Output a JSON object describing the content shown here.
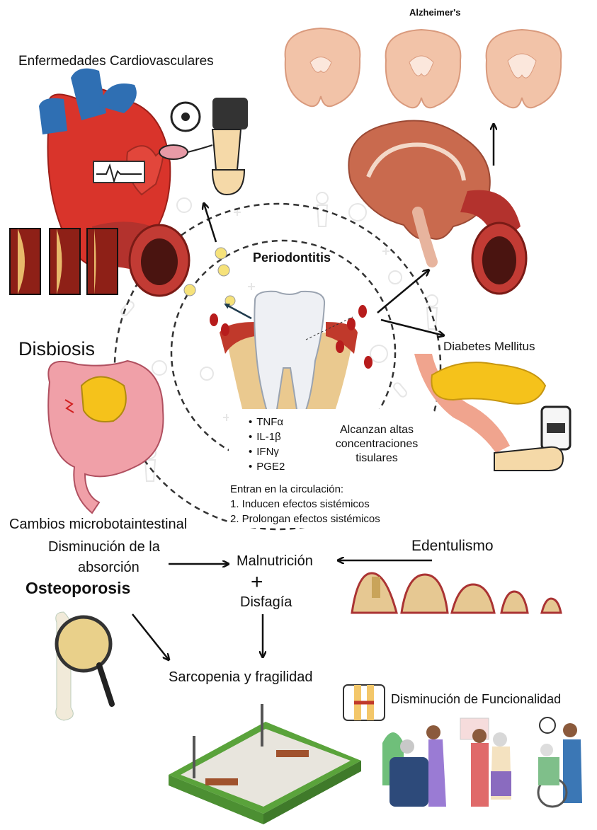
{
  "labels": {
    "cardio": "Enfermedades Cardiovasculares",
    "alzheimer": "Alzheimer's",
    "periodontitis": "Periodontitis",
    "disbiosis": "Disbiosis",
    "diabetes": "Diabetes Mellitus",
    "alcanzan": "Alcanzan altas concentraciones tisulares",
    "cambios": "Cambios microbotaintestinal",
    "disminucion": "Disminución de la",
    "absorcion": "absorción",
    "malnutricion": "Malnutrición",
    "plus": "+",
    "disfagia": "Disfagía",
    "edentulismo": "Edentulismo",
    "osteoporosis": "Osteoporosis",
    "sarcopenia": "Sarcopenia y fragilidad",
    "dism_funcionalidad": "Disminución de Funcionalidad"
  },
  "cytokines": [
    "TNFα",
    "IL-1β",
    "IFNγ",
    "PGE2"
  ],
  "circulation": {
    "title": "Entran en la circulación:",
    "item1": "1. Inducen efectos sistémicos",
    "item2": "2. Prolongan efectos sistémicos"
  },
  "colors": {
    "heart_red": "#d9342b",
    "vessel_blue": "#2f6fb3",
    "brain_pink": "#f2c3a8",
    "bone_yellow": "#e9d08a",
    "gum_red": "#c0392b",
    "tooth_white": "#eef0f4",
    "arrow_blue": "#3a8ee6",
    "park_green": "#5aa33b"
  }
}
